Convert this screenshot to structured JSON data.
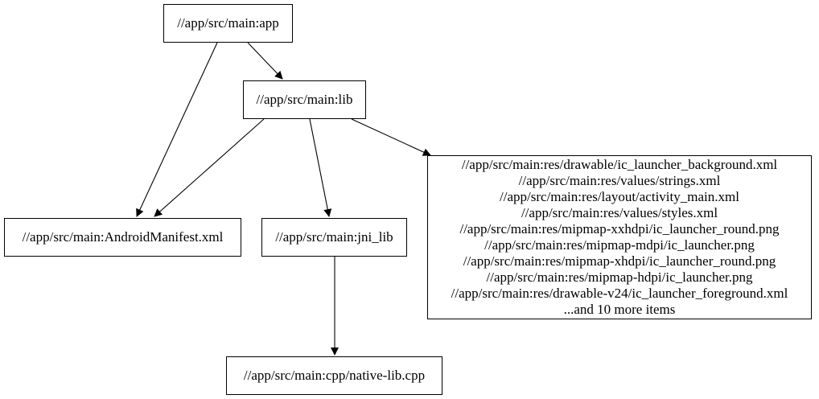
{
  "diagram": {
    "type": "dependency-graph",
    "background_color": "#ffffff",
    "node_border_color": "#000000",
    "edge_color": "#000000",
    "text_color": "#000000",
    "nodes": {
      "app": {
        "label": "//app/src/main:app"
      },
      "lib": {
        "label": "//app/src/main:lib"
      },
      "manifest": {
        "label": "//app/src/main:AndroidManifest.xml"
      },
      "jni_lib": {
        "label": "//app/src/main:jni_lib"
      },
      "res_group": {
        "lines": [
          "//app/src/main:res/drawable/ic_launcher_background.xml",
          "//app/src/main:res/values/strings.xml",
          "//app/src/main:res/layout/activity_main.xml",
          "//app/src/main:res/values/styles.xml",
          "//app/src/main:res/mipmap-xxhdpi/ic_launcher_round.png",
          "//app/src/main:res/mipmap-mdpi/ic_launcher.png",
          "//app/src/main:res/mipmap-xhdpi/ic_launcher_round.png",
          "//app/src/main:res/mipmap-hdpi/ic_launcher.png",
          "//app/src/main:res/drawable-v24/ic_launcher_foreground.xml",
          "...and 10 more items"
        ]
      },
      "native_lib": {
        "label": "//app/src/main:cpp/native-lib.cpp"
      }
    },
    "edges": [
      {
        "from": "app",
        "to": "manifest"
      },
      {
        "from": "app",
        "to": "lib"
      },
      {
        "from": "lib",
        "to": "manifest"
      },
      {
        "from": "lib",
        "to": "jni_lib"
      },
      {
        "from": "lib",
        "to": "res_group"
      },
      {
        "from": "jni_lib",
        "to": "native_lib"
      }
    ]
  }
}
